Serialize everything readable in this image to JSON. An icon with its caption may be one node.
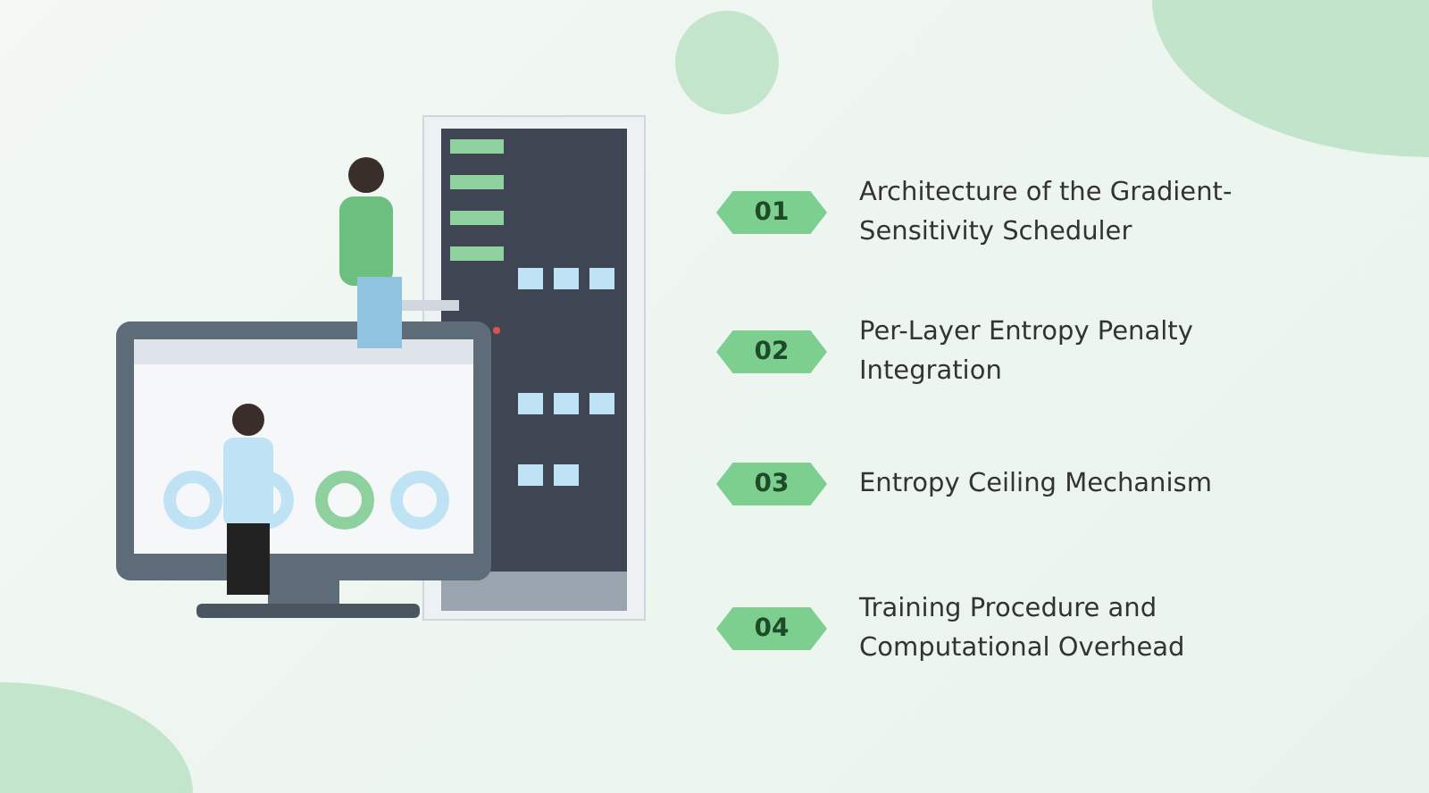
{
  "diagram": {
    "nodes": [
      {
        "text": [
          "01"
        ],
        "beside": [
          "Architecture of the Gradient-Sensitivity Scheduler"
        ]
      },
      {
        "text": [
          "02"
        ],
        "beside": [
          "Per-Layer Entropy Penalty Integration"
        ]
      },
      {
        "text": [
          "03"
        ],
        "beside": [
          "Entropy Ceiling Mechanism"
        ]
      },
      {
        "text": [
          "04"
        ],
        "beside": [
          "Training Procedure and Computational Overhead"
        ]
      }
    ]
  }
}
